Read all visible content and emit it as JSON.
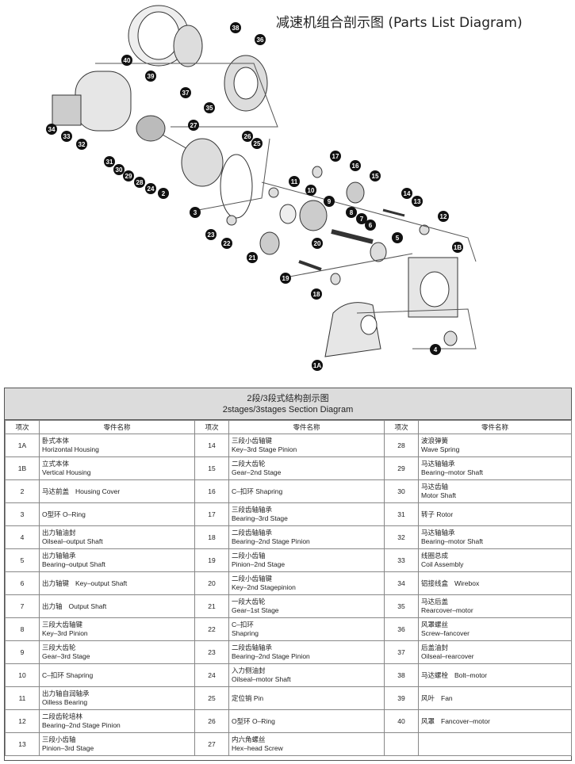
{
  "diagram": {
    "title": "减速机组合剖示图 (Parts List Diagram)",
    "callouts": [
      "40",
      "38",
      "36",
      "39",
      "37",
      "35",
      "34",
      "33",
      "32",
      "27",
      "26",
      "25",
      "31",
      "30",
      "29",
      "28",
      "24",
      "2",
      "3",
      "17",
      "16",
      "15",
      "11",
      "10",
      "9",
      "14",
      "13",
      "8",
      "7",
      "6",
      "12",
      "5",
      "23",
      "22",
      "20",
      "21",
      "19",
      "18",
      "1B",
      "4",
      "1A"
    ]
  },
  "table": {
    "title_zh": "2段/3段式结构剖示图",
    "title_en": "2stages/3stages Section Diagram",
    "col_no": "项次",
    "col_name": "零件名称",
    "rows": [
      [
        {
          "no": "1A",
          "zh": "卧式本体",
          "en": "Horizontal Housing"
        },
        {
          "no": "14",
          "zh": "三段小齿轴键",
          "en": "Key–3rd Stage Pinion"
        },
        {
          "no": "28",
          "zh": "波浪弹簧",
          "en": "Wave Spring"
        }
      ],
      [
        {
          "no": "1B",
          "zh": "立式本体",
          "en": "Vertical Housing"
        },
        {
          "no": "15",
          "zh": "二段大齿轮",
          "en": "Gear–2nd Stage"
        },
        {
          "no": "29",
          "zh": "马达轴轴承",
          "en": "Bearing–motor Shaft"
        }
      ],
      [
        {
          "no": "2",
          "zh": "马达前盖",
          "en": "Housing Cover",
          "inline": true
        },
        {
          "no": "16",
          "zh": "C–扣环 Shapring",
          "en": "",
          "inline": true
        },
        {
          "no": "30",
          "zh": "马达齿轴",
          "en": "Motor Shaft"
        }
      ],
      [
        {
          "no": "3",
          "zh": "O型环 O–Ring",
          "en": "",
          "inline": true
        },
        {
          "no": "17",
          "zh": "三段齿轴轴承",
          "en": "Bearing–3rd Stage"
        },
        {
          "no": "31",
          "zh": "转子 Rotor",
          "en": "",
          "inline": true
        }
      ],
      [
        {
          "no": "4",
          "zh": "出力轴油封",
          "en": "Oilseal–output Shaft"
        },
        {
          "no": "18",
          "zh": "二段齿轴轴承",
          "en": "Bearing–2nd Stage Pinion"
        },
        {
          "no": "32",
          "zh": "马达轴轴承",
          "en": "Bearing–motor Shaft"
        }
      ],
      [
        {
          "no": "5",
          "zh": "出力轴轴承",
          "en": "Bearing–output Shaft"
        },
        {
          "no": "19",
          "zh": "二段小齿轴",
          "en": "Pinion–2nd Stage"
        },
        {
          "no": "33",
          "zh": "线圈总成",
          "en": "Coil Assembly"
        }
      ],
      [
        {
          "no": "6",
          "zh": "出力轴键",
          "en": "Key–output Shaft",
          "inline": true
        },
        {
          "no": "20",
          "zh": "二段小齿轴键",
          "en": "Key–2nd Stagepinion"
        },
        {
          "no": "34",
          "zh": "铝接线盒",
          "en": "Wirebox",
          "inline": true
        }
      ],
      [
        {
          "no": "7",
          "zh": "出力轴",
          "en": "Output Shaft",
          "inline": true
        },
        {
          "no": "21",
          "zh": "一段大齿轮",
          "en": "Gear–1st Stage"
        },
        {
          "no": "35",
          "zh": "马达后盖",
          "en": "Rearcover–motor"
        }
      ],
      [
        {
          "no": "8",
          "zh": "三段大齿轴键",
          "en": "Key–3rd Pinion"
        },
        {
          "no": "22",
          "zh": "C–扣环",
          "en": "Shapring"
        },
        {
          "no": "36",
          "zh": "风罩螺丝",
          "en": "Screw–fancover"
        }
      ],
      [
        {
          "no": "9",
          "zh": "三段大齿轮",
          "en": "Gear–3rd Stage"
        },
        {
          "no": "23",
          "zh": "二段齿轴轴承",
          "en": "Bearing–2nd Stage Pinion"
        },
        {
          "no": "37",
          "zh": "后盖油封",
          "en": "Oilseal–rearcover"
        }
      ],
      [
        {
          "no": "10",
          "zh": "C–扣环 Shapring",
          "en": "",
          "inline": true
        },
        {
          "no": "24",
          "zh": "入力侧油封",
          "en": "Oilseal–motor Shaft"
        },
        {
          "no": "38",
          "zh": "马达螺栓",
          "en": "Bolt–motor",
          "inline": true
        }
      ],
      [
        {
          "no": "11",
          "zh": "出力轴自润轴承",
          "en": "Oilless Bearing"
        },
        {
          "no": "25",
          "zh": "定位销 Pin",
          "en": "",
          "inline": true
        },
        {
          "no": "39",
          "zh": "风叶",
          "en": "Fan",
          "inline": true
        }
      ],
      [
        {
          "no": "12",
          "zh": "二段齿轮培林",
          "en": "Bearing–2nd Stage Pinion"
        },
        {
          "no": "26",
          "zh": "O型环 O–Ring",
          "en": "",
          "inline": true
        },
        {
          "no": "40",
          "zh": "风罩",
          "en": "Fancover–motor",
          "inline": true
        }
      ],
      [
        {
          "no": "13",
          "zh": "三段小齿轴",
          "en": "Pinion–3rd Stage"
        },
        {
          "no": "27",
          "zh": "内六角螺丝",
          "en": "Hex–head Screw"
        },
        {
          "no": "",
          "zh": "",
          "en": ""
        }
      ]
    ]
  }
}
